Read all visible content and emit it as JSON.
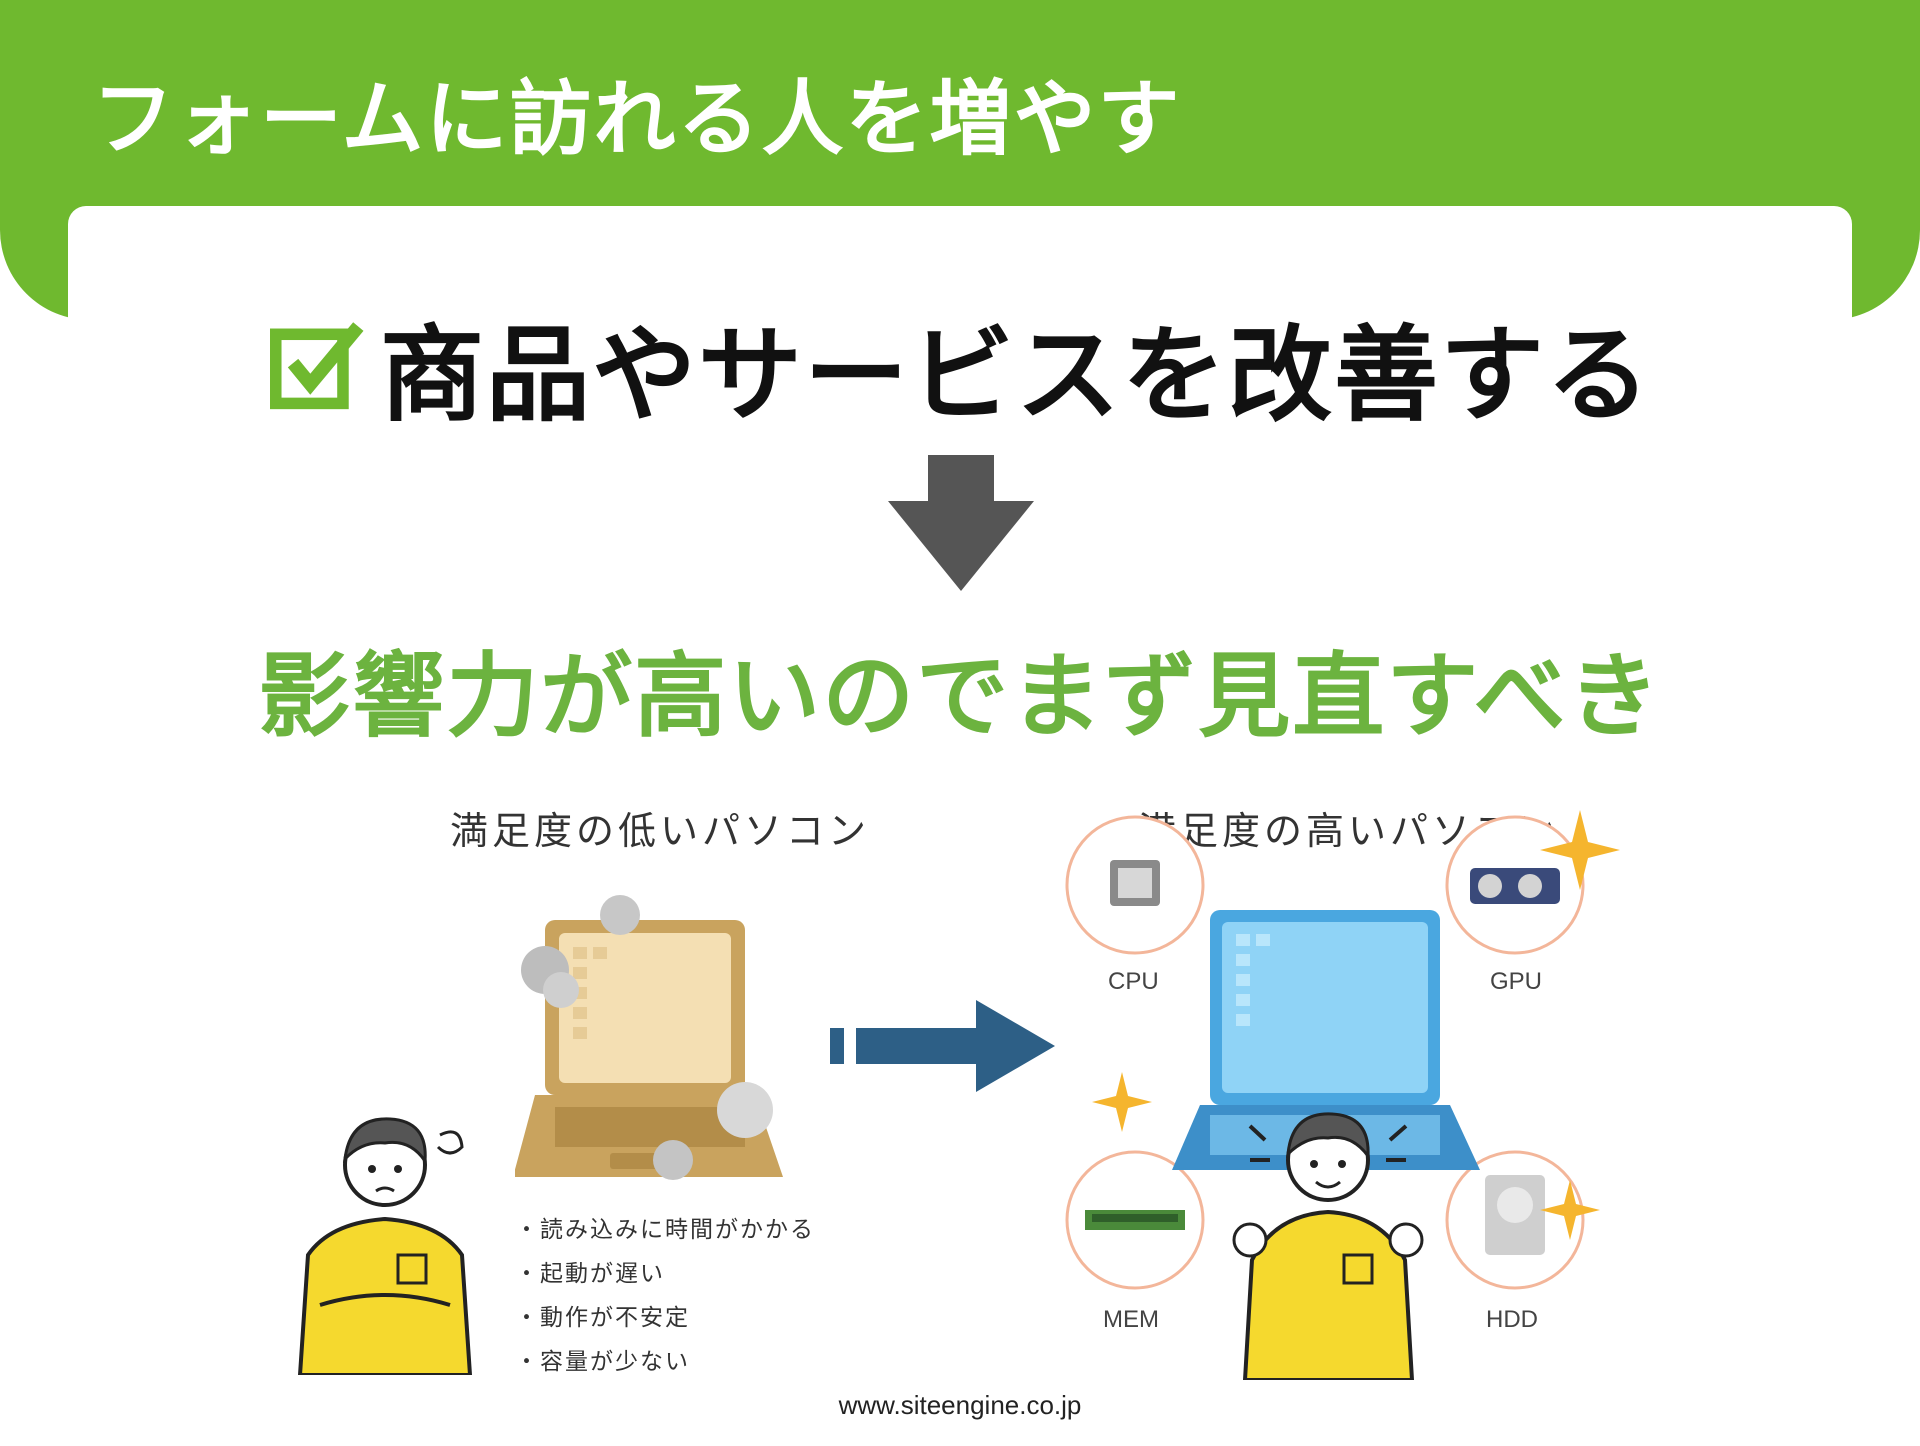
{
  "header": {
    "title": "フォームに訪れる人を増やす"
  },
  "subheading": {
    "text": "商品やサービスを改善する"
  },
  "result": {
    "text": "影響力が高いのでまず見直すべき"
  },
  "illustration": {
    "left_title": "満足度の低いパソコン",
    "right_title": "満足度の高いパソコン",
    "issues": [
      "・読み込みに時間がかかる",
      "・起動が遅い",
      "・動作が不安定",
      "・容量が少ない"
    ],
    "components": {
      "cpu": "CPU",
      "gpu": "GPU",
      "mem": "MEM",
      "hdd": "HDD"
    }
  },
  "footer": {
    "url": "www.siteengine.co.jp"
  },
  "colors": {
    "brand_green": "#6fb92f",
    "arrow_blue": "#2d5f86",
    "arrow_gray": "#555555"
  }
}
